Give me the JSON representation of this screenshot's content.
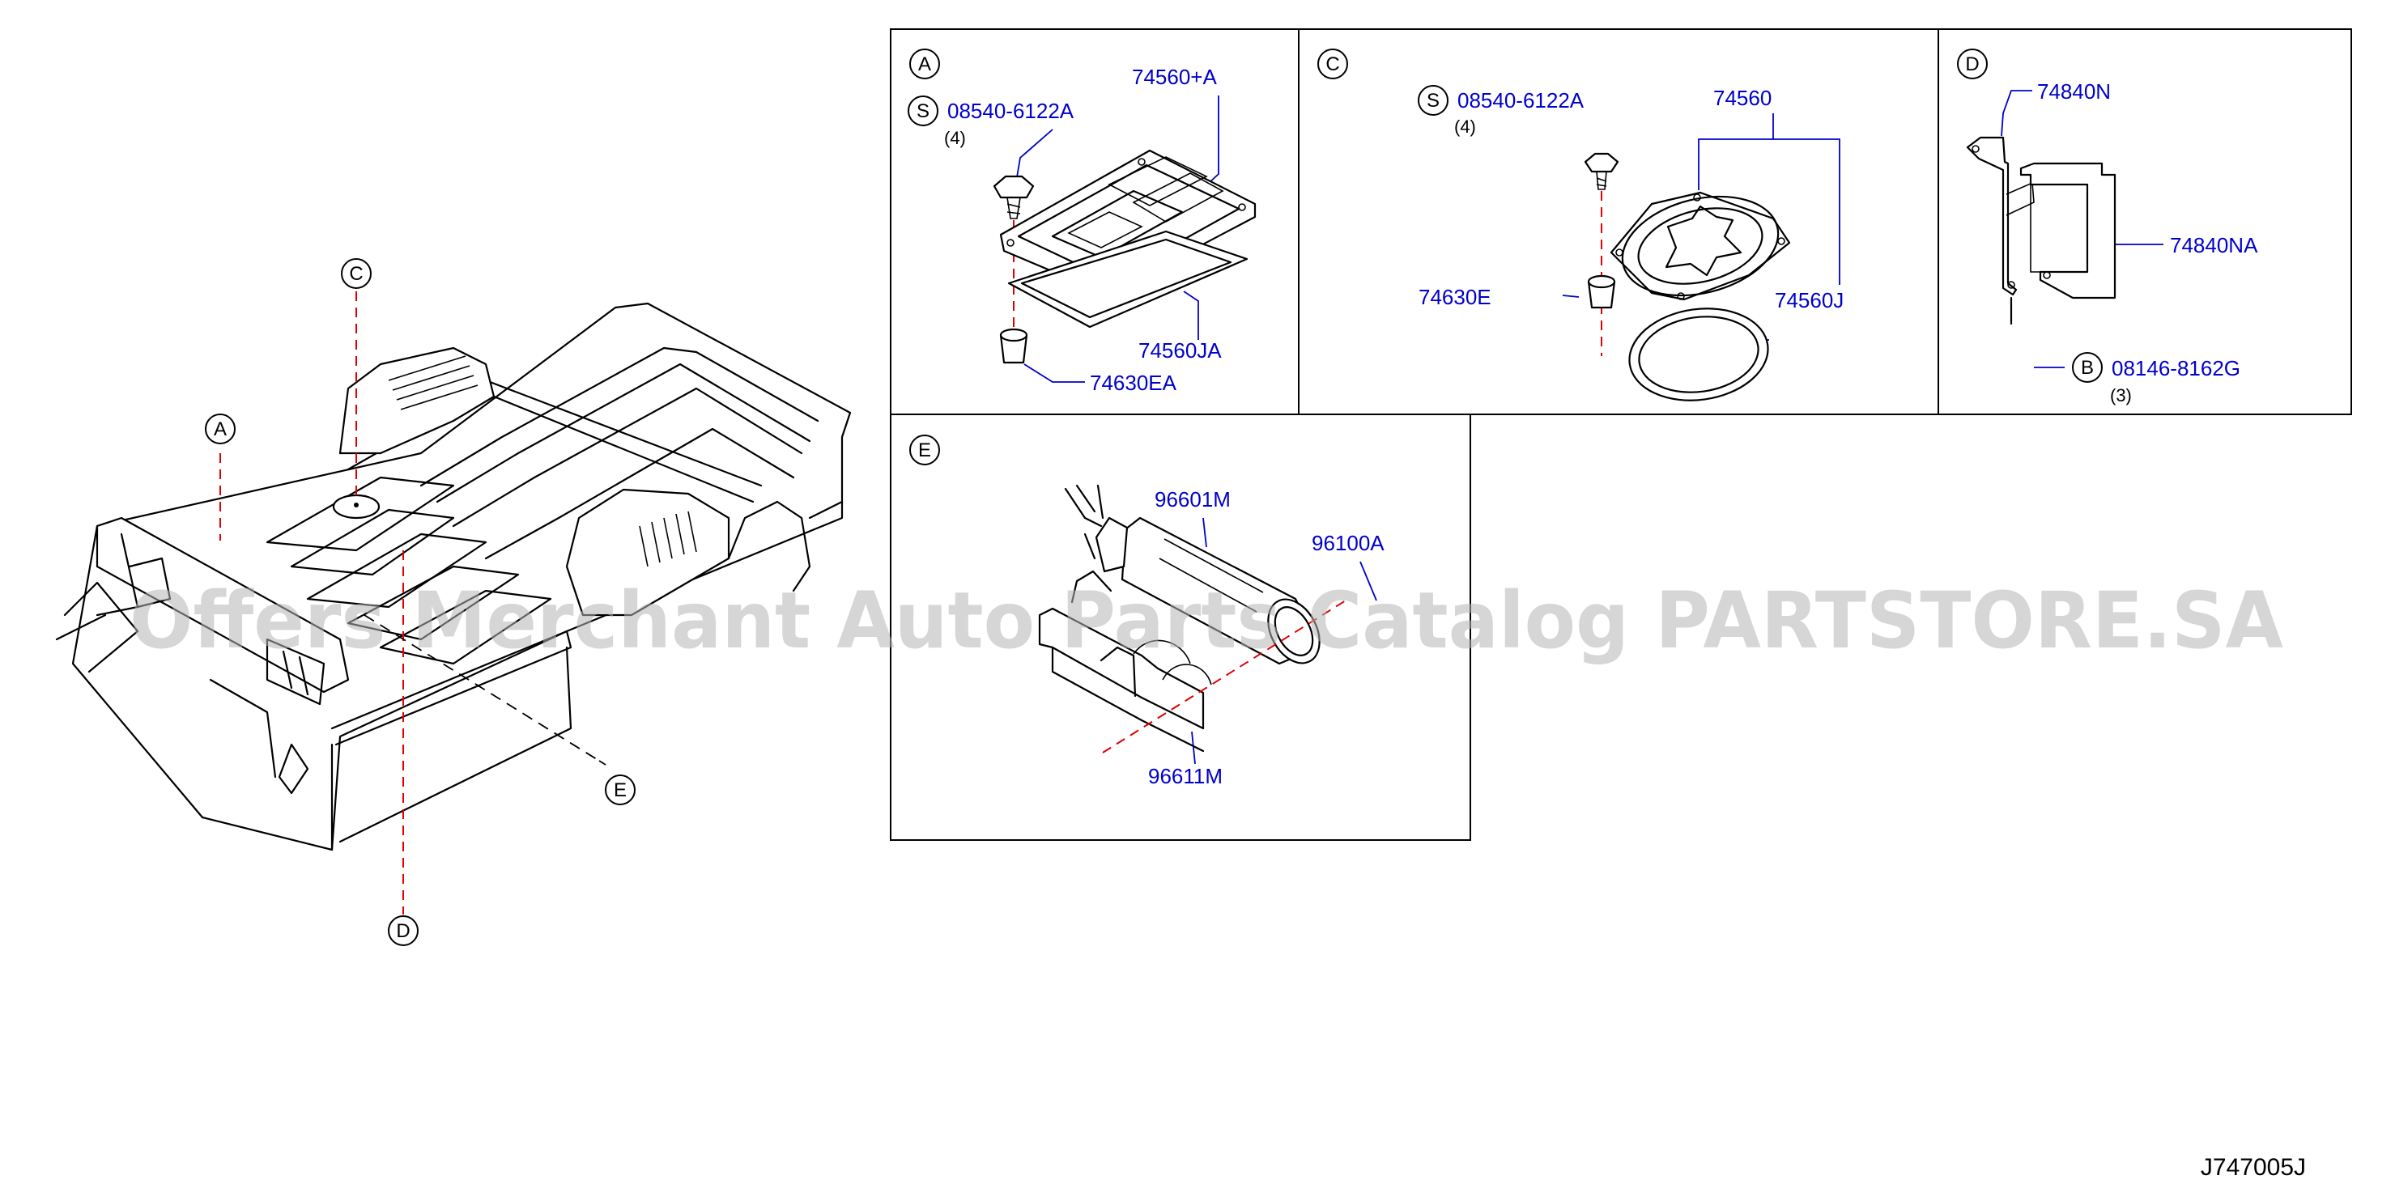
{
  "diagram_code": "J747005J",
  "watermark": "Offers Merchant Auto Parts Catalog PARTSTORE.SA",
  "overview": {
    "callouts": [
      "A",
      "C",
      "D",
      "E"
    ]
  },
  "panels": {
    "A": {
      "letter": "A",
      "screw_symbol": "S",
      "screw_part": "08540-6122A",
      "screw_qty": "(4)",
      "cover_part": "74560+A",
      "gasket_part": "74560JA",
      "clip_part": "74630EA"
    },
    "C": {
      "letter": "C",
      "screw_symbol": "S",
      "screw_part": "08540-6122A",
      "screw_qty": "(4)",
      "cover_part": "74560",
      "clip_part": "74630E",
      "gasket_part": "74560J"
    },
    "D": {
      "letter": "D",
      "bracket_part": "74840N",
      "bracket2_part": "74840NA",
      "bolt_symbol": "B",
      "bolt_part": "08146-8162G",
      "bolt_qty": "(3)"
    },
    "E": {
      "letter": "E",
      "extinguisher_part": "96601M",
      "holder_part": "96100A",
      "strap_part": "96611M"
    }
  },
  "colors": {
    "part_number": "#0000cc",
    "dashed_guide": "#e00000",
    "line": "#000000"
  }
}
